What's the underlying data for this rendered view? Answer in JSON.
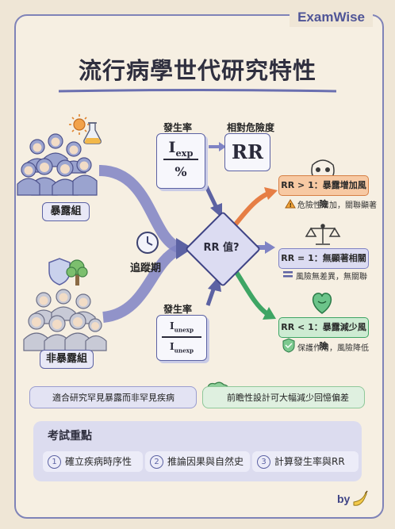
{
  "brand": "ExamWise",
  "title": "流行病學世代研究特性",
  "groups": {
    "exposed": "暴露組",
    "unexposed": "非暴露組"
  },
  "follow_up": "追蹤期",
  "incidence_label": "發生率",
  "rr_label": "相對危險度",
  "fraction_top": {
    "numerator": "Iexp",
    "denominator": "%"
  },
  "fraction_bottom": {
    "numerator": "Iunexp",
    "denominator": "Iunexp"
  },
  "rr_box": "RR",
  "decision": "RR 值?",
  "outcomes": [
    {
      "label": "RR > 1：暴露增加風險",
      "note": "危險性增加，關聯顯著",
      "color": "#f0a26a"
    },
    {
      "label": "RR = 1：無顯著相關",
      "note": "風險無差異，無關聯",
      "color": "#b7bbe6"
    },
    {
      "label": "RR < 1：暴露減少風險",
      "note": "保護作用，風險降低",
      "color": "#8fd09a"
    }
  ],
  "features": [
    "適合研究罕見暴露而非罕見疾病",
    "前瞻性設計可大幅減少回憶偏差"
  ],
  "exam": {
    "title": "考試重點",
    "items": [
      {
        "num": "1",
        "text": "確立疾病時序性"
      },
      {
        "num": "2",
        "text": "推論因果與自然史"
      },
      {
        "num": "3",
        "text": "計算發生率與RR"
      }
    ]
  },
  "byline": "by",
  "colors": {
    "accent": "#5c62a3",
    "orange": "#e67e45",
    "green": "#3ea564",
    "purple": "#7f83c4"
  }
}
